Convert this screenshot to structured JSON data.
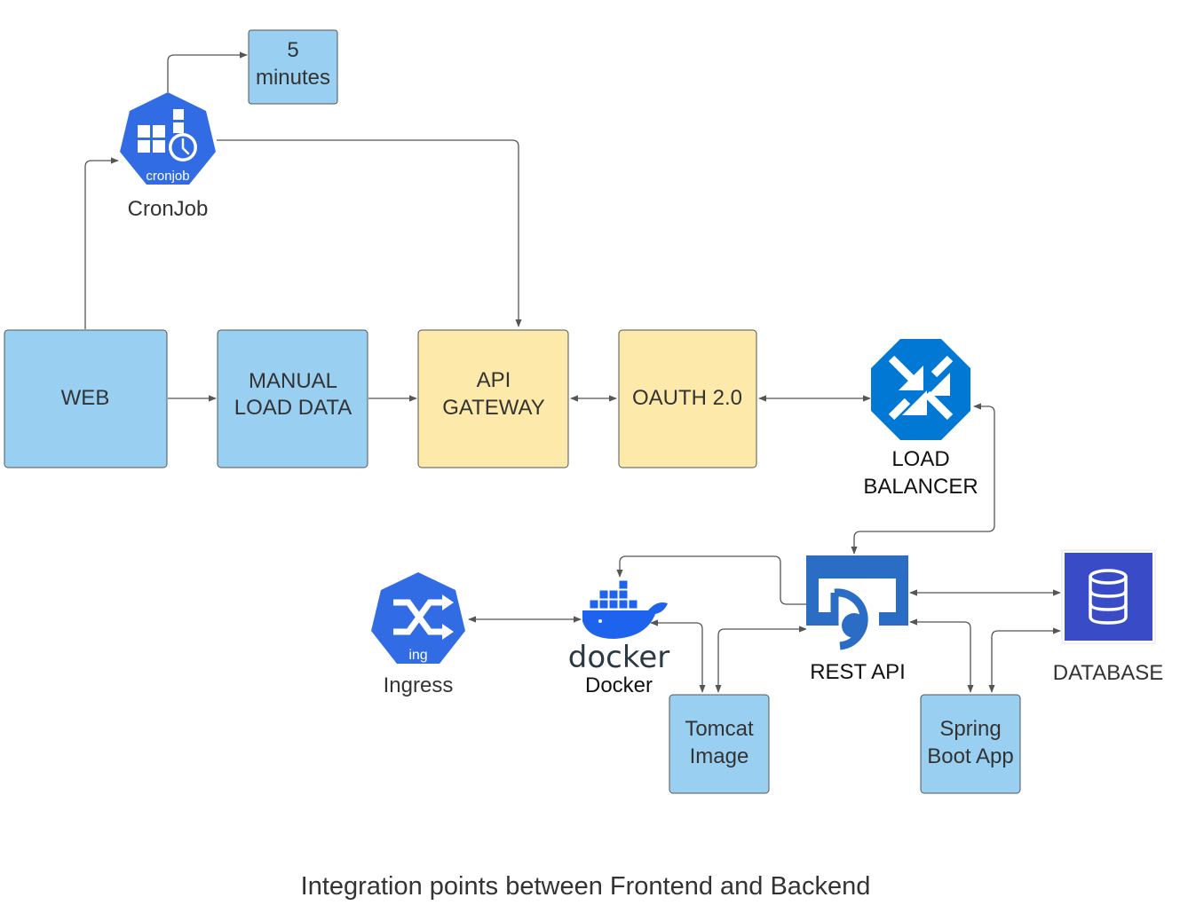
{
  "colors": {
    "blue_box_fill": "#99d0f2",
    "yellow_box_fill": "#fde9a9",
    "box_stroke": "#555555",
    "k8s_blue": "#326ce5",
    "azure_blue": "#0078d4",
    "database_blue": "#3a4bc8",
    "docker_blue": "#1d63ed",
    "docker_text": "#2b3a42",
    "connector": "#555555"
  },
  "nodes": {
    "five_minutes": {
      "line1": "5",
      "line2": "minutes"
    },
    "cronjob": {
      "icon_label": "cronjob",
      "label": "CronJob",
      "icon": "kubernetes-cronjob-icon"
    },
    "web": {
      "label": "WEB"
    },
    "manual_load": {
      "line1": "MANUAL",
      "line2": "LOAD DATA"
    },
    "api_gateway": {
      "line1": "API",
      "line2": "GATEWAY"
    },
    "oauth": {
      "label": "OAUTH 2.0"
    },
    "load_balancer": {
      "line1": "LOAD",
      "line2": "BALANCER",
      "icon": "load-balancer-icon"
    },
    "ingress": {
      "icon_label": "ing",
      "label": "Ingress",
      "icon": "kubernetes-ingress-icon"
    },
    "docker": {
      "wordmark": "docker",
      "label": "Docker",
      "icon": "docker-whale-icon"
    },
    "rest_api": {
      "label": "REST API",
      "icon": "rest-api-icon"
    },
    "database": {
      "label": "DATABASE",
      "icon": "database-icon"
    },
    "tomcat": {
      "line1": "Tomcat",
      "line2": "Image"
    },
    "spring": {
      "line1": "Spring",
      "line2": "Boot App"
    }
  },
  "caption": "Integration points between Frontend and Backend"
}
